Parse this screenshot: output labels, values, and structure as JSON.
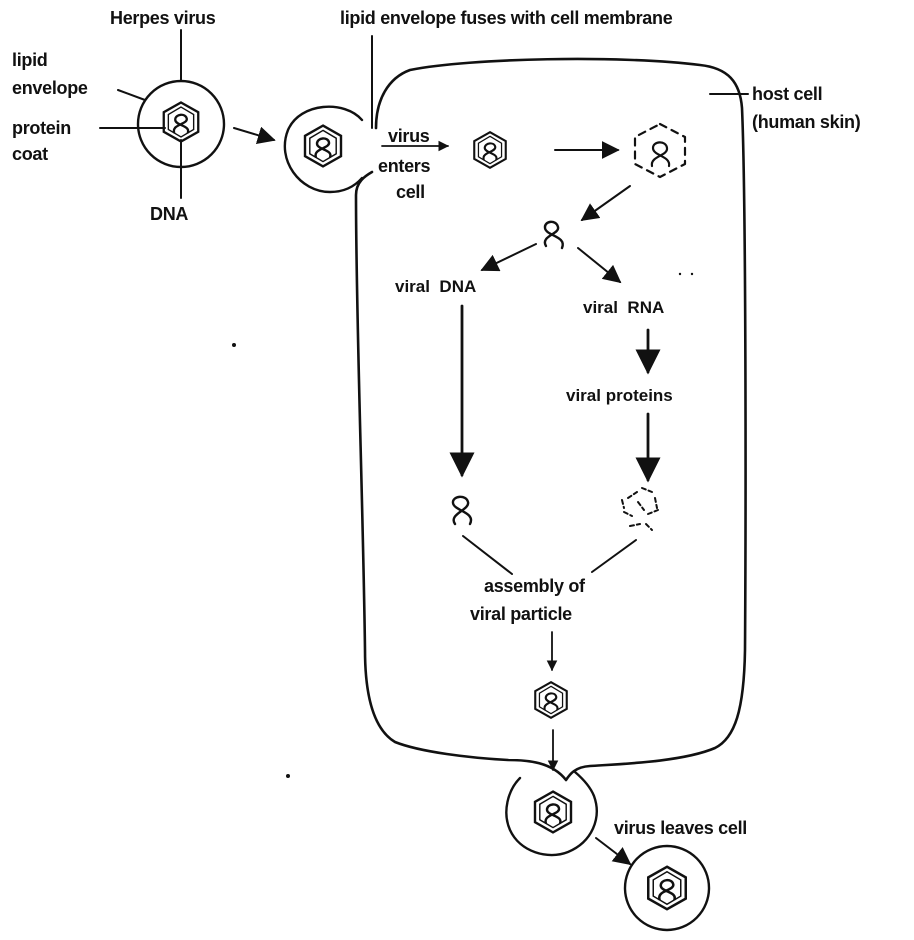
{
  "labels": {
    "herpes_virus": "Herpes virus",
    "lipid": "lipid",
    "envelope": "envelope",
    "protein": "protein",
    "coat": "coat",
    "dna": "DNA",
    "fuses": "lipid envelope fuses with cell membrane",
    "host_cell": "host cell",
    "human_skin": "(human skin)",
    "virus": "virus",
    "enters": "enters",
    "cell": "cell",
    "viral_dna": "viral  DNA",
    "viral_rna": "viral  RNA",
    "viral_proteins": "viral proteins",
    "assembly_of": "assembly of",
    "viral_particle": "viral particle",
    "virus_leaves_cell": "virus leaves cell"
  },
  "colors": {
    "ink": "#111111",
    "background": "#ffffff"
  }
}
